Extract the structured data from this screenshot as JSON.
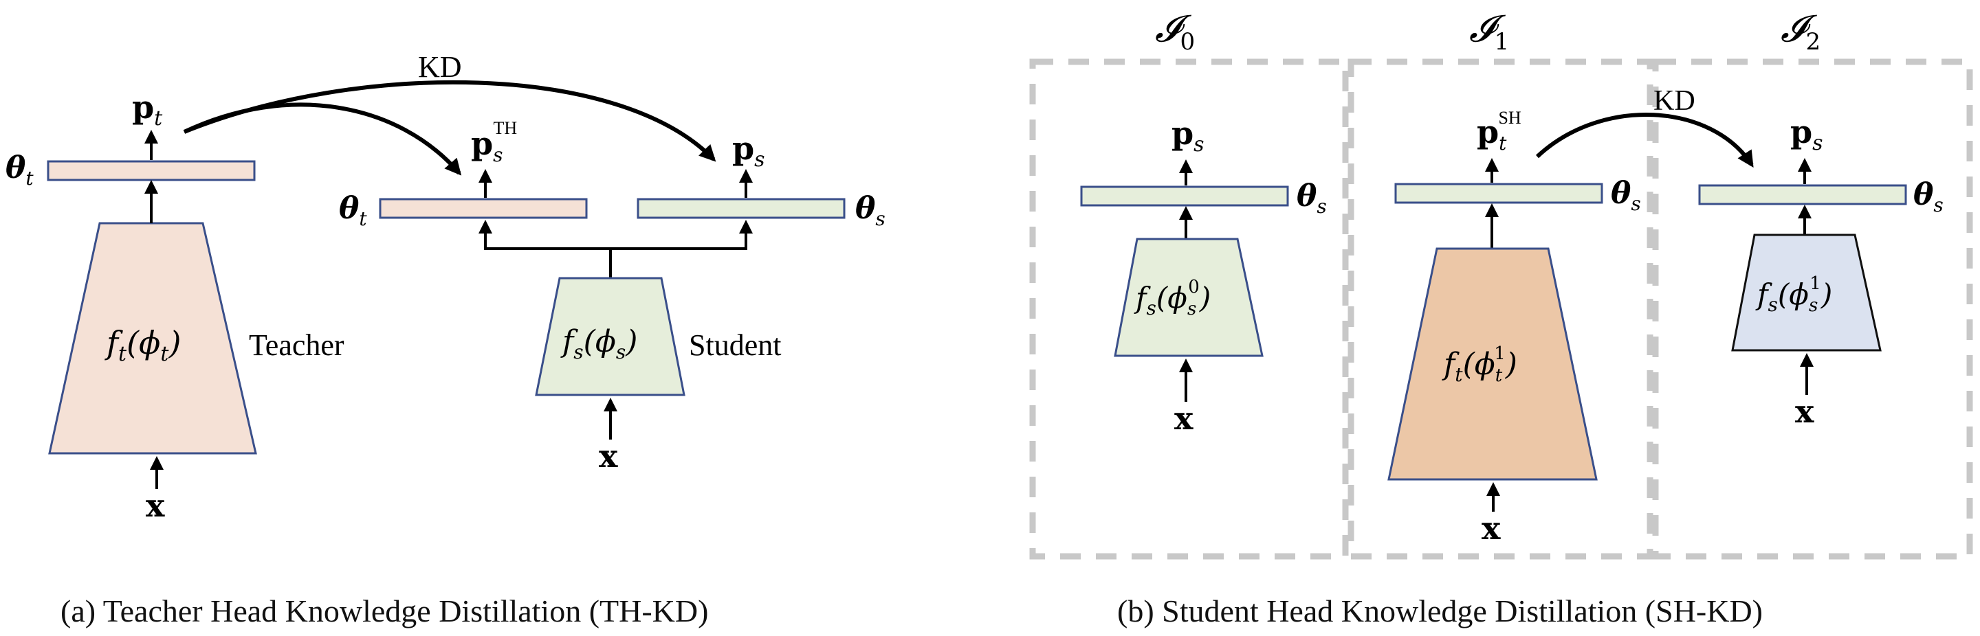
{
  "colors": {
    "teacher_fill": "#f5e1d6",
    "student_fill": "#e6eedb",
    "teacher_strong_fill": "#ecc7a7",
    "student_blue_fill": "#dbe2f0",
    "box_stroke": "#3a4f8a",
    "dash": "#c8c8c8"
  },
  "panel_a": {
    "kd_label": "KD",
    "teacher_out": "p",
    "teacher_out_sub": "t",
    "teacher_theta": "θ",
    "teacher_theta_sub": "t",
    "teacher_func": "f",
    "teacher_func_sub": "t",
    "teacher_func_arg": "(ϕ",
    "teacher_func_arg_sub": "t",
    "teacher_func_close": ")",
    "teacher_label": "Teacher",
    "teacher_input": "x",
    "th_out": "p",
    "th_out_sub": "s",
    "th_out_sup": "TH",
    "th_theta": "θ",
    "th_theta_sub": "t",
    "student_out": "p",
    "student_out_sub": "s",
    "student_theta": "θ",
    "student_theta_sub": "s",
    "student_func": "f",
    "student_func_sub": "s",
    "student_func_arg": "(ϕ",
    "student_func_arg_sub": "s",
    "student_func_close": ")",
    "student_label": "Student",
    "student_input": "x",
    "caption": "(a) Teacher Head Knowledge Distillation (TH-KD)"
  },
  "panel_b": {
    "stage0": {
      "letter": "𝓘",
      "sub": "0"
    },
    "stage1": {
      "letter": "𝓘",
      "sub": "1"
    },
    "stage2": {
      "letter": "𝓘",
      "sub": "2"
    },
    "kd_label": "KD",
    "s0_out": "p",
    "s0_out_sub": "s",
    "s0_theta": "θ",
    "s0_theta_sub": "s",
    "s0_func": "f",
    "s0_func_sub": "s",
    "s0_func_arg": "(ϕ",
    "s0_func_arg_sub": "s",
    "s0_func_arg_sup": "0",
    "s0_func_close": ")",
    "s0_input": "x",
    "s1_out": "p",
    "s1_out_sub": "t",
    "s1_out_sup": "SH",
    "s1_theta": "θ",
    "s1_theta_sub": "s",
    "s1_func": "f",
    "s1_func_sub": "t",
    "s1_func_arg": "(ϕ",
    "s1_func_arg_sub": "t",
    "s1_func_arg_sup": "1",
    "s1_func_close": ")",
    "s1_input": "x",
    "s2_out": "p",
    "s2_out_sub": "s",
    "s2_theta": "θ",
    "s2_theta_sub": "s",
    "s2_func": "f",
    "s2_func_sub": "s",
    "s2_func_arg": "(ϕ",
    "s2_func_arg_sub": "s",
    "s2_func_arg_sup": "1",
    "s2_func_close": ")",
    "s2_input": "x",
    "caption": "(b) Student Head Knowledge Distillation (SH-KD)"
  }
}
